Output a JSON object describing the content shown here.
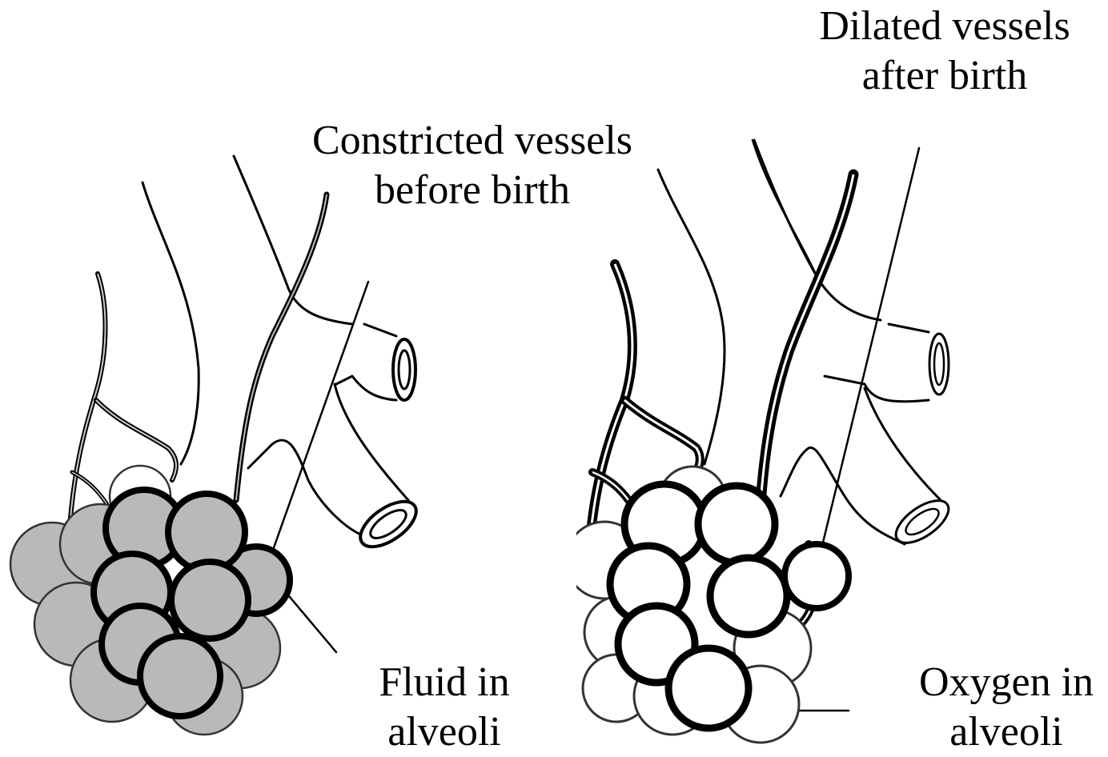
{
  "labels": {
    "constricted": [
      "Constricted vessels",
      "before birth"
    ],
    "dilated": [
      "Dilated vessels",
      "after birth"
    ],
    "fluid": [
      "Fluid in",
      "alveoli"
    ],
    "oxygen": [
      "Oxygen in",
      "alveoli"
    ]
  },
  "colors": {
    "fluid_fill": "#b9b9b9",
    "air_fill": "#ffffff",
    "outline": "#000000"
  }
}
